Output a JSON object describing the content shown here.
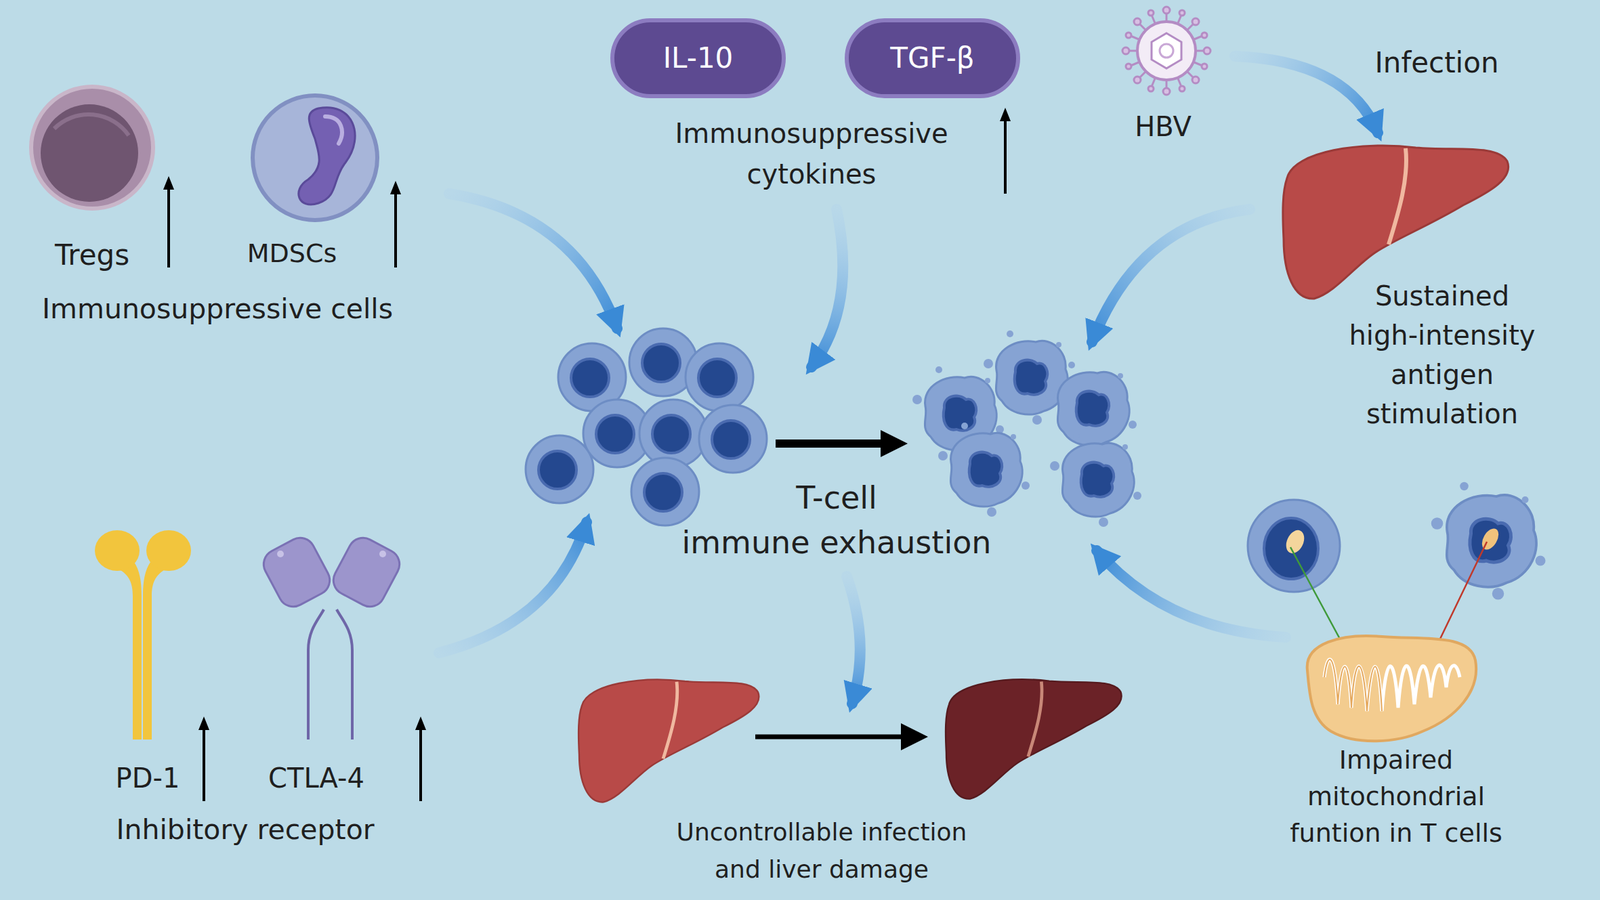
{
  "diagram": {
    "nodes": [
      {
        "text": [
          "IL-10"
        ]
      },
      {
        "text": [
          "TGF-β"
        ]
      }
    ],
    "labels": [
      "Tregs",
      "MDSCs",
      "Immunosuppressive cytokines",
      "HBV",
      "Infection",
      "Immunosuppressive cells",
      "Sustained high-intensity antigen stimulation",
      "T-cell immune exhaustion",
      "PD-1",
      "CTLA-4",
      "Impaired mitochondrial funtion in T cells",
      "Inhibitory receptor",
      "Uncontrollable infection and liver damage"
    ]
  }
}
